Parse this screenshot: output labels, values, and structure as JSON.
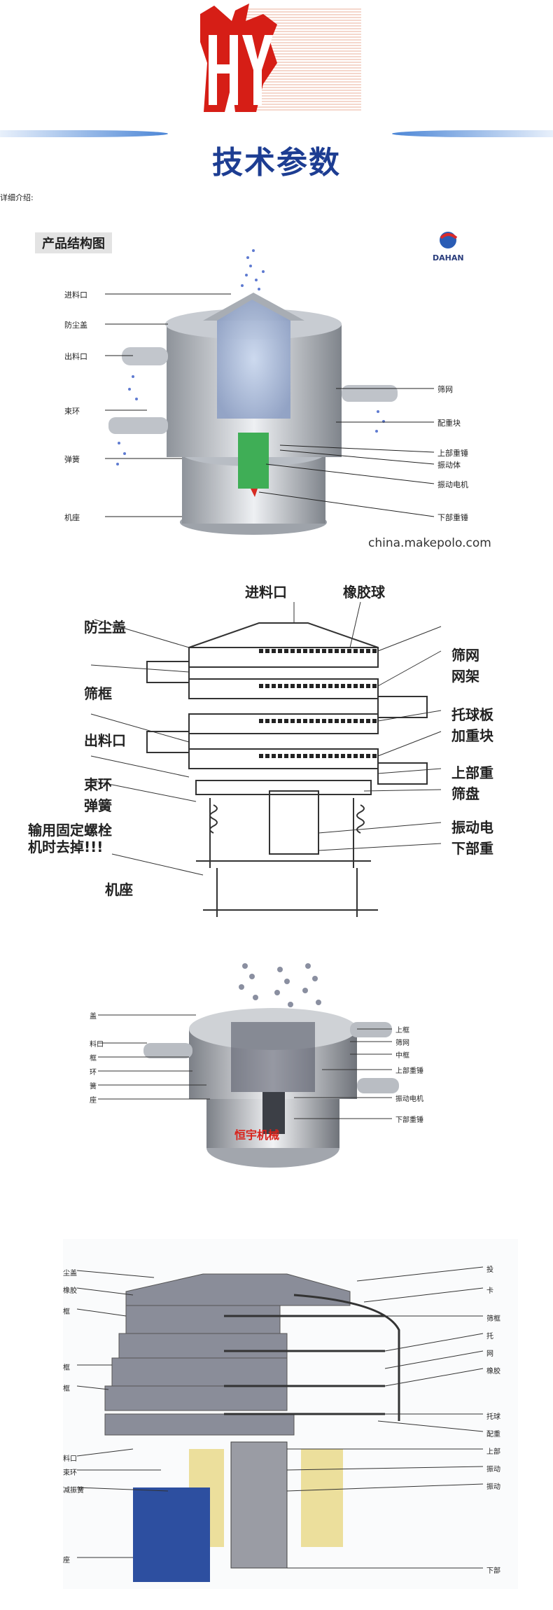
{
  "header": {
    "logo_text": "HY",
    "title": "技术参数"
  },
  "intro_label": "详细介绍:",
  "diagram1": {
    "title": "产品结构图",
    "brand": "DAHAN",
    "source": "china.makepolo.com",
    "left_labels": [
      "进料口",
      "防尘盖",
      "出料口",
      "束环",
      "弹簧",
      "机座"
    ],
    "right_labels": [
      "筛网",
      "配重块",
      "上部重锤",
      "振动体",
      "振动电机",
      "下部重锤"
    ]
  },
  "diagram2": {
    "top_labels": [
      "进料口",
      "橡胶球"
    ],
    "left_labels": [
      "防尘盖",
      "筛框",
      "出料口",
      "束环",
      "弹簧",
      "机座"
    ],
    "warning_lines": [
      "输用固定螺栓",
      "机时去掉!!!"
    ],
    "right_labels": [
      "筛网",
      "网架",
      "托球板",
      "加重块",
      "上部重",
      "筛盘",
      "振动电",
      "下部重"
    ]
  },
  "diagram3": {
    "left_labels": [
      "盖",
      "料口",
      "框",
      "环",
      "簧",
      "座"
    ],
    "right_labels": [
      "上框",
      "筛网",
      "中框",
      "上部重锤",
      "振动电机",
      "下部重锤"
    ],
    "watermark": "恒宇机械"
  },
  "diagram4": {
    "left_labels": [
      "尘盖",
      "橡胶",
      "框",
      "框",
      "框",
      "料口",
      "束环",
      "减振簧",
      "座"
    ],
    "right_labels": [
      "投",
      "卡",
      "筛框",
      "托",
      "网",
      "橡胶",
      "托球",
      "配重",
      "上部",
      "振动",
      "振动",
      "下部"
    ]
  }
}
